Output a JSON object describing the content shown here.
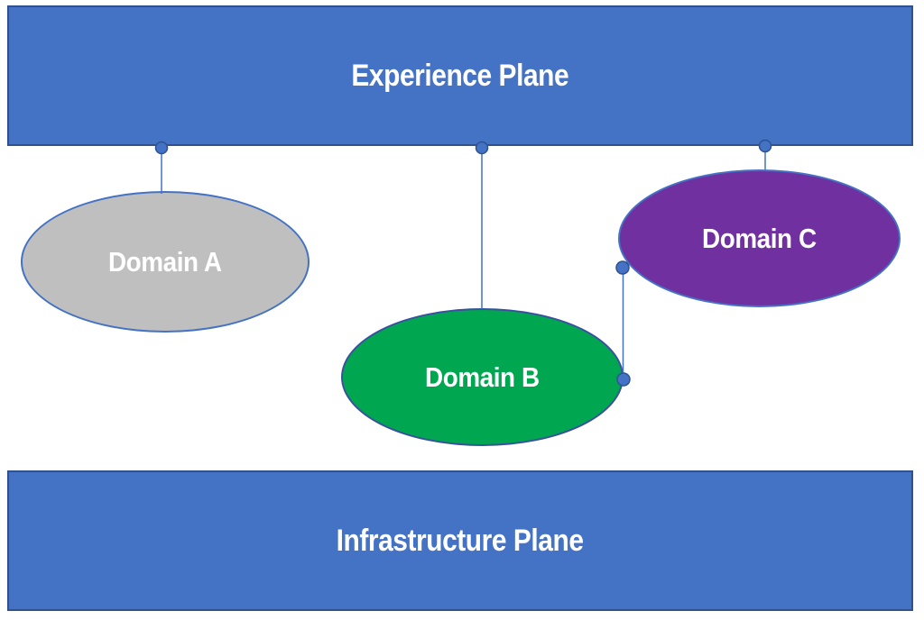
{
  "diagram": {
    "title": "Planes and Domains diagram",
    "planes": [
      {
        "id": "experience",
        "label": "Experience Plane",
        "fill": "#4472C4",
        "border": "#2F528F",
        "text_color": "#FFFFFF"
      },
      {
        "id": "infrastructure",
        "label": "Infrastructure Plane",
        "fill": "#4472C4",
        "border": "#2F528F",
        "text_color": "#FFFFFF"
      }
    ],
    "domains": [
      {
        "id": "domain-a",
        "label": "Domain A",
        "fill": "#BFBFBF",
        "border": "#4472C4",
        "text_color": "#FFFFFF"
      },
      {
        "id": "domain-b",
        "label": "Domain B",
        "fill": "#00A650",
        "border": "#3A4FA1",
        "text_color": "#FFFFFF"
      },
      {
        "id": "domain-c",
        "label": "Domain C",
        "fill": "#7030A0",
        "border": "#4472C4",
        "text_color": "#FFFFFF"
      }
    ],
    "connectors": {
      "color": "#4472C4",
      "dot_fill": "#4472C4",
      "dot_border": "#2F528F",
      "links": [
        {
          "from": "experience-plane",
          "to": "domain-a"
        },
        {
          "from": "experience-plane",
          "to": "domain-b"
        },
        {
          "from": "experience-plane",
          "to": "domain-c"
        },
        {
          "from": "domain-c",
          "to": "domain-b"
        }
      ]
    }
  }
}
